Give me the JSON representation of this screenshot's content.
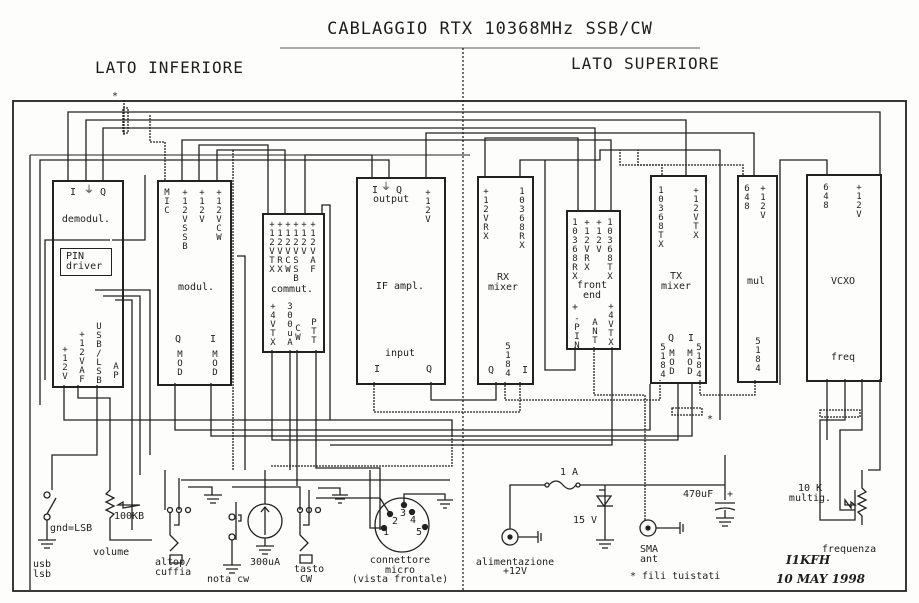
{
  "title": "CABLAGGIO RTX 10368MHz SSB/CW",
  "sides": {
    "lower": "LATO INFERIORE",
    "upper": "LATO SUPERIORE"
  },
  "twisted_mark": "*",
  "modules": {
    "demodul": {
      "top": [
        "I",
        "Q"
      ],
      "name": "demodul.",
      "sub_name": [
        "PIN",
        "driver"
      ],
      "bottom": [
        "+12V",
        "+12VAF",
        "USB/LSB",
        "AP"
      ]
    },
    "modul": {
      "top": [
        "MIC",
        "+12VSSB",
        "+12V",
        "+12VCW"
      ],
      "name": "modul.",
      "bottom_q": "Q",
      "bottom_i": "I",
      "bottom": [
        "MOD",
        "MOD"
      ]
    },
    "commut": {
      "top": [
        "+12VTX",
        "+12VRX",
        "+12VCW",
        "+12VSSB",
        "+12V",
        "+12VAF"
      ],
      "name": "commut.",
      "bottom": [
        "+4VTX",
        "300uA",
        "CW",
        "PTT"
      ]
    },
    "if_ampl": {
      "top": [
        "I",
        "Q"
      ],
      "output": "output",
      "top_v": "+12V",
      "name": "IF ampl.",
      "input": "input",
      "bottom": [
        "I",
        "Q"
      ]
    },
    "rx_mixer": {
      "top": [
        "+12VRX",
        "10368RX"
      ],
      "name": [
        "RX",
        "mixer"
      ],
      "bottom_q": "Q",
      "bottom_v": "5184",
      "bottom_i": "I"
    },
    "front_end": {
      "top": [
        "10368RX",
        "+12VRX",
        "+12V",
        "10368TX"
      ],
      "name": [
        "front",
        "end"
      ],
      "bottom": [
        "+",
        "-PIN",
        "ANT",
        "+4VTX"
      ]
    },
    "tx_mixer": {
      "top": [
        "10368TX",
        "+12VTX"
      ],
      "name": [
        "TX",
        "mixer"
      ],
      "bottom_q": "Q",
      "bottom_i": "I",
      "bottom": [
        "5184",
        "MOD",
        "MOD",
        "5184"
      ]
    },
    "mul": {
      "top": [
        "648",
        "+12V"
      ],
      "name": "mul",
      "bottom": "5184"
    },
    "vcxo": {
      "top": [
        "648",
        "+12V"
      ],
      "name": "VCXO",
      "bottom": "freq"
    }
  },
  "components": {
    "switch_label": "gnd=LSB",
    "switch_name": [
      "usb",
      "lsb"
    ],
    "pot_value": "100KB",
    "pot_name": "volume",
    "jack_name": [
      "altop/",
      "cuffia"
    ],
    "nota_cw": "nota cw",
    "meter": "300uA",
    "key_name": [
      "tasto",
      "CW"
    ],
    "connector_pins": [
      "1",
      "2",
      "3",
      "4",
      "5"
    ],
    "connector_name": [
      "connettore",
      "micro",
      "(vista frontale)"
    ],
    "fuse": "1 A",
    "zener": "15 V",
    "capacitor": "470uF",
    "power_name": [
      "alimentazione",
      "+12V"
    ],
    "sma_name": [
      "SMA",
      "ant"
    ],
    "legend": "* fili tuistati",
    "freq_pot": [
      "10 K",
      "multig."
    ],
    "freq_name": "frequenza",
    "author": "I1KFH",
    "date": "10 MAY 1998"
  }
}
